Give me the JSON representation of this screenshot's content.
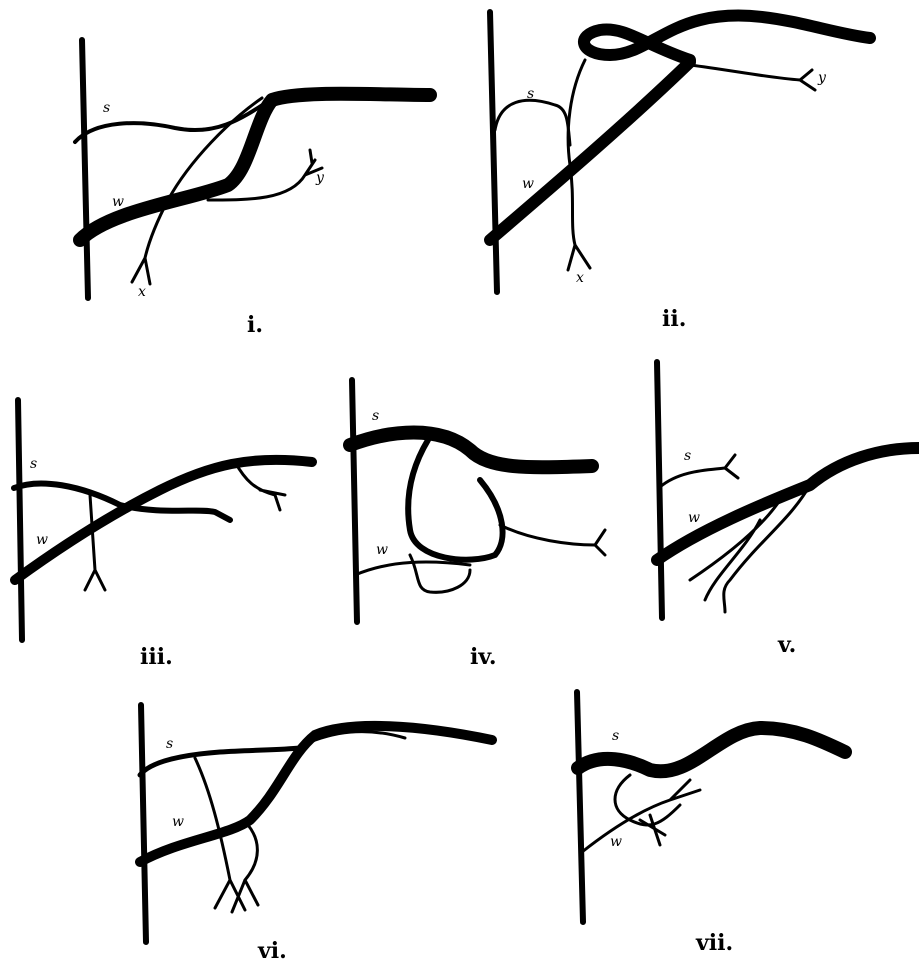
{
  "figure": {
    "panels": [
      {
        "numeral": "i.",
        "labels": {
          "s": "s",
          "w": "w",
          "y": "y",
          "x": "x"
        }
      },
      {
        "numeral": "ii.",
        "labels": {
          "s": "s",
          "w": "w",
          "y": "y",
          "x": "x"
        }
      },
      {
        "numeral": "iii.",
        "labels": {
          "s": "s",
          "w": "w"
        }
      },
      {
        "numeral": "iv.",
        "labels": {
          "s": "s",
          "w": "w"
        }
      },
      {
        "numeral": "v.",
        "labels": {
          "s": "s",
          "w": "w"
        }
      },
      {
        "numeral": "vi.",
        "labels": {
          "s": "s",
          "w": "w"
        }
      },
      {
        "numeral": "vii.",
        "labels": {
          "s": "s",
          "w": "w"
        }
      }
    ]
  }
}
